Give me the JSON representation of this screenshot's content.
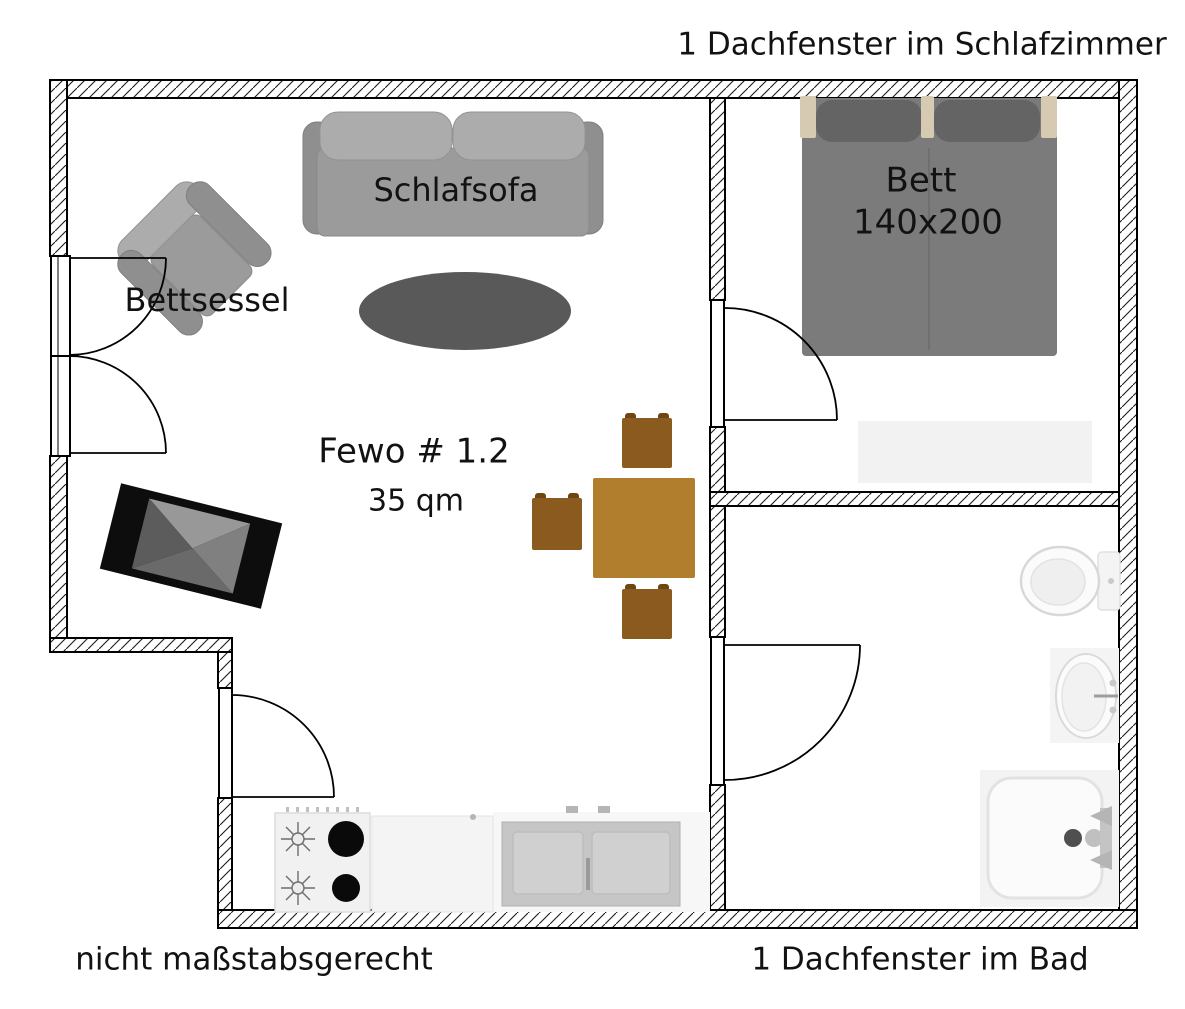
{
  "annotations": {
    "top": "1 Dachfenster im Schlafzimmer",
    "bottom_left": "nicht maßstabsgerecht",
    "bottom_right": "1 Dachfenster im Bad"
  },
  "apartment": {
    "name": "Fewo # 1.2",
    "area": "35 qm"
  },
  "furniture": {
    "sofa_label": "Schlafsofa",
    "armchair_label": "Bettsessel",
    "bed_label": "Bett",
    "bed_size": "140x200"
  },
  "colors": {
    "wall_line": "#000000",
    "rug": "#595959",
    "sofa_body": "#9b9b9b",
    "sofa_cushion": "#acacac",
    "armrest": "#8f8f8f",
    "bed": "#7b7b7b",
    "pillow": "#646464",
    "bed_post": "#d6cbb2",
    "sideboard": "#f2f2f2",
    "tv_body": "#0d0d0d",
    "table": "#b07e2c",
    "chair": "#8b5a1f",
    "chair_post": "#6f4612",
    "stove_burner": "#0a0a0a",
    "sink_unit": "#c6c6c6",
    "fixture_white": "#fbfbfb"
  }
}
